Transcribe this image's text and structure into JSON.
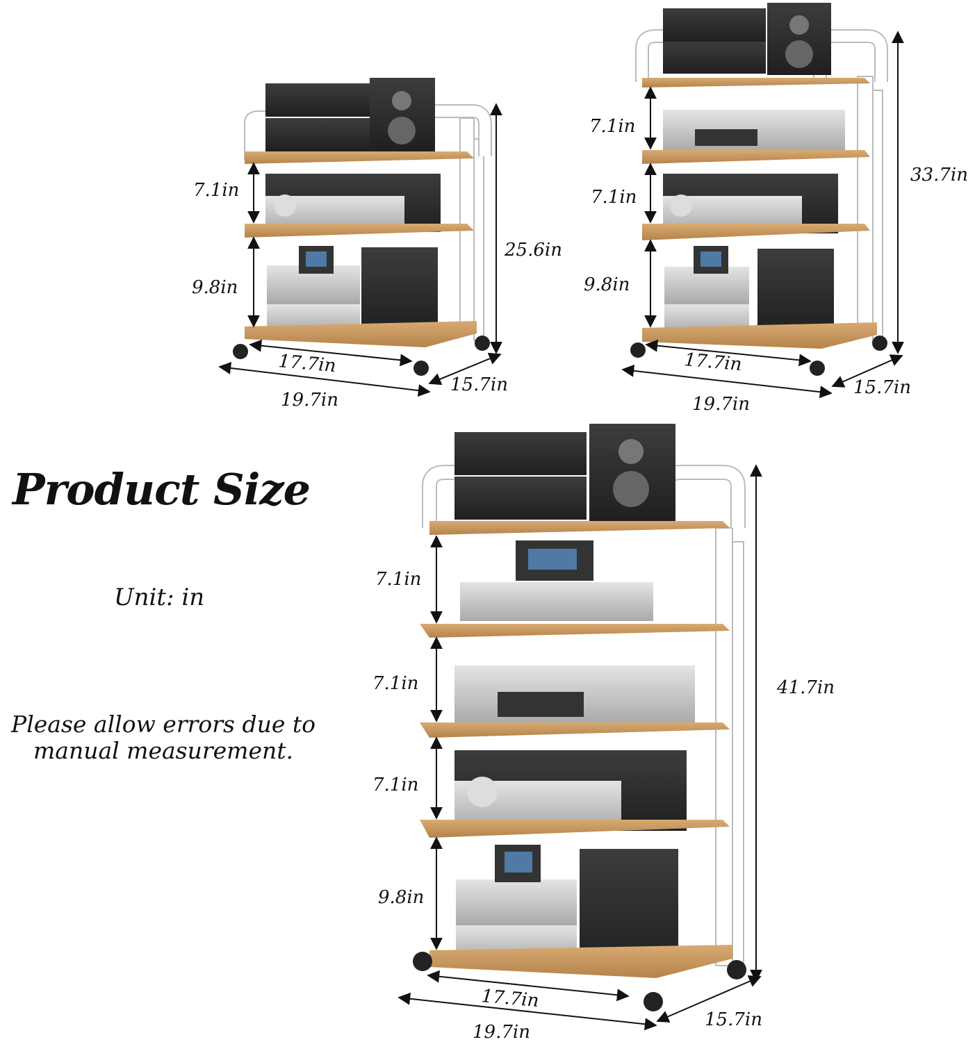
{
  "text": {
    "heading": "Product Size",
    "unit_label": "Unit: in",
    "note_line1": "Please allow errors due to",
    "note_line2": "manual measurement."
  },
  "colors": {
    "frame": "#ffffff",
    "frame_stroke": "#bdbdbd",
    "shelf_wood": "#c99a62",
    "shelf_dark": "#a77a45",
    "device_black": "#2b2b2b",
    "device_silver": "#bfbfbf",
    "arrow": "#111111"
  },
  "racks": [
    {
      "name": "3-tier-rack",
      "height": "25.6in",
      "gap_top": "7.1in",
      "gap_bottom": "9.8in",
      "inner_width": "17.7in",
      "outer_width": "19.7in",
      "depth": "15.7in"
    },
    {
      "name": "4-tier-rack",
      "height": "33.7in",
      "gap_1": "7.1in",
      "gap_2": "7.1in",
      "gap_bottom": "9.8in",
      "inner_width": "17.7in",
      "outer_width": "19.7in",
      "depth": "15.7in"
    },
    {
      "name": "5-tier-rack",
      "height": "41.7in",
      "gap_1": "7.1in",
      "gap_2": "7.1in",
      "gap_3": "7.1in",
      "gap_bottom": "9.8in",
      "inner_width": "17.7in",
      "outer_width": "19.7in",
      "depth": "15.7in"
    }
  ]
}
